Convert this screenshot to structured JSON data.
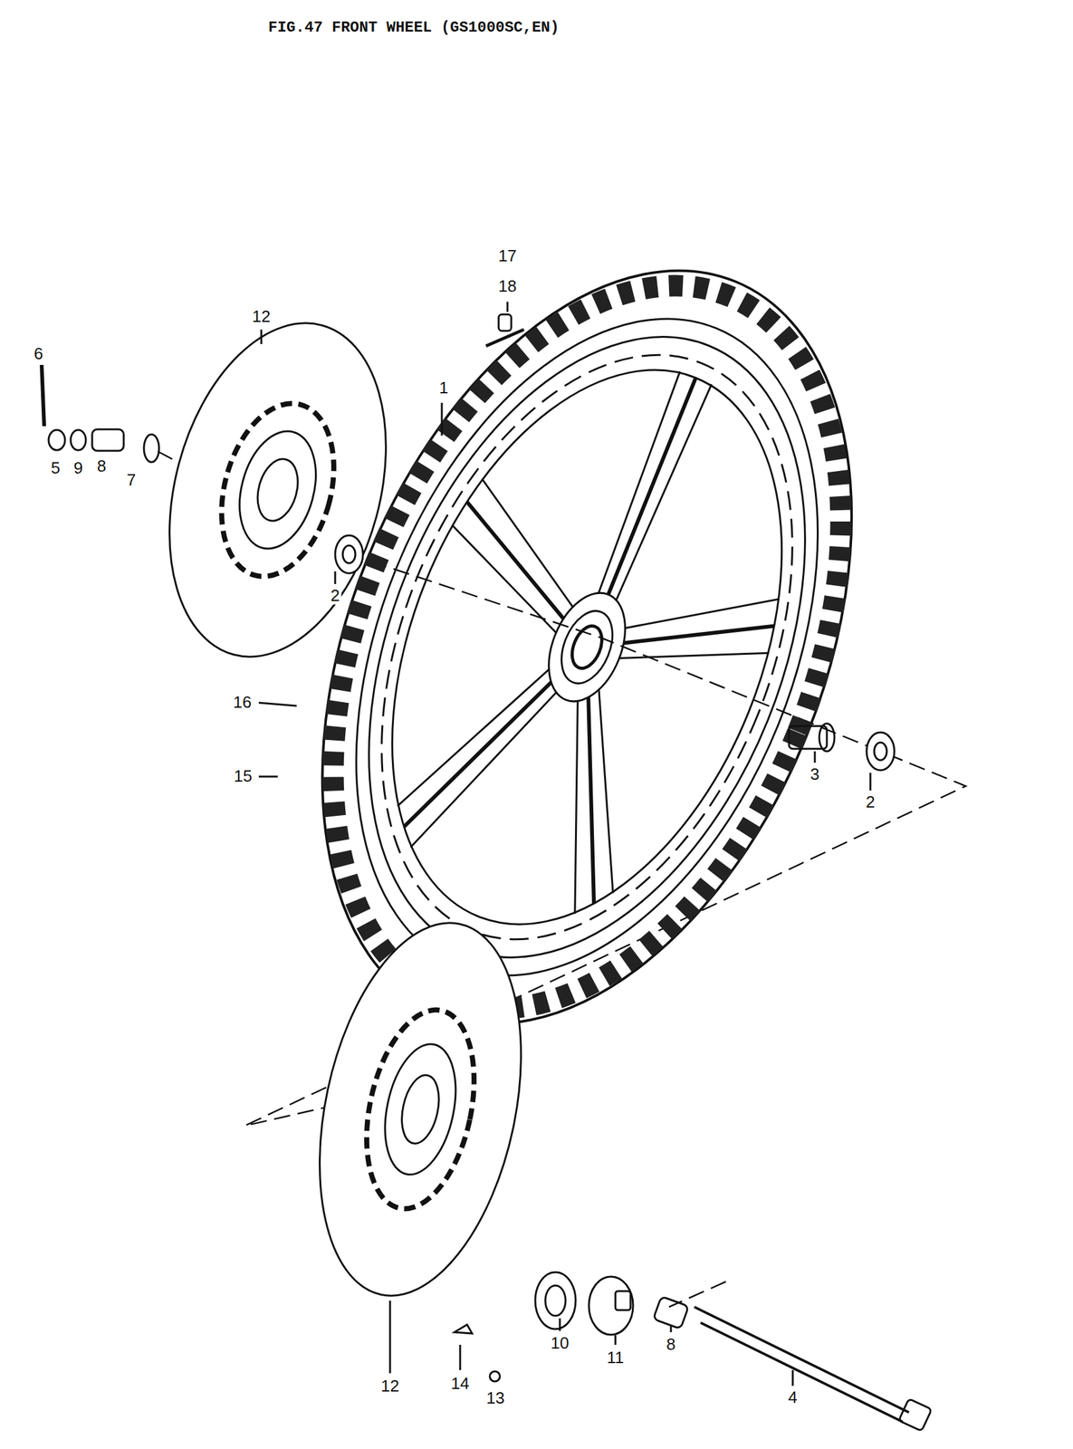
{
  "diagram": {
    "title": "FIG.47 FRONT WHEEL (GS1000SC,EN)",
    "labels": [
      "17",
      "18",
      "12",
      "6",
      "5",
      "9",
      "8",
      "7",
      "1",
      "2",
      "16",
      "15",
      "3",
      "2",
      "12",
      "14",
      "13",
      "10",
      "11",
      "8",
      "4"
    ]
  }
}
